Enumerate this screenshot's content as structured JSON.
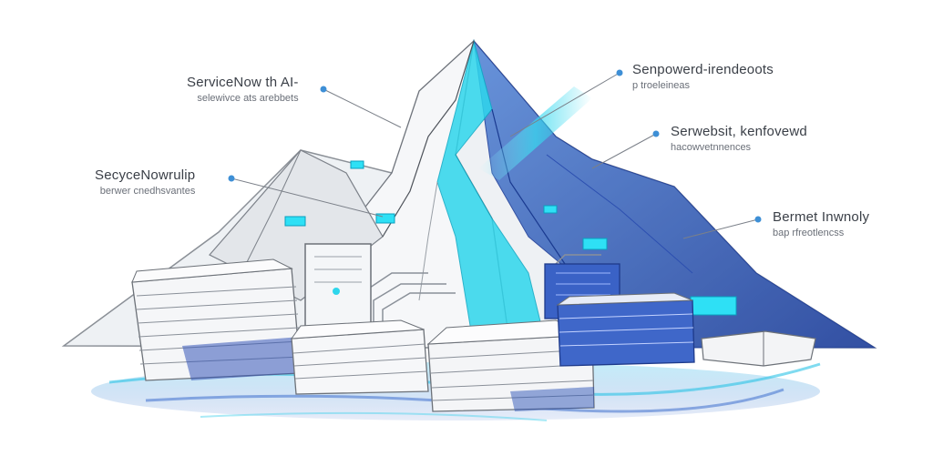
{
  "callouts": {
    "top_left": {
      "title": "ServiceNow th AI-",
      "subtitle": "selewivce ats arebbets"
    },
    "mid_left": {
      "title": "SecyceNowrulip",
      "subtitle": "berwer cnedhsvantes"
    },
    "top_right": {
      "title": "Senpowerd-irendeoots",
      "subtitle": "p troeleineas"
    },
    "mid_right": {
      "title": "Serwebsit, kenfovewd",
      "subtitle": "hacowvetnnences"
    },
    "low_right": {
      "title": "Bermet Inwnoly",
      "subtitle": "bap rfreotlencss"
    }
  },
  "colors": {
    "accent_cyan": "#19d6ea",
    "accent_blue": "#2d56b8",
    "dot_blue": "#3e8fd6",
    "sketch_gray": "#7d828a"
  }
}
